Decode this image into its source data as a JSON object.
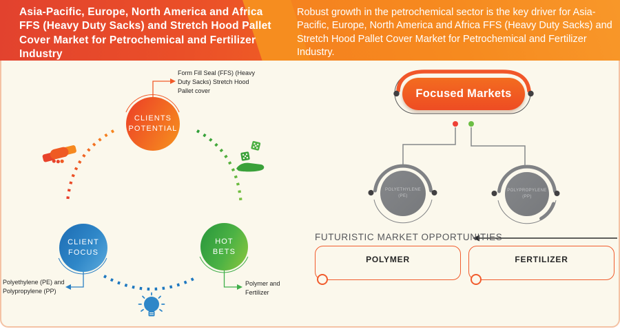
{
  "header": {
    "title": "Asia-Pacific, Europe, North America and Africa FFS (Heavy Duty Sacks) and Stretch Hood Pallet Cover Market for Petrochemical and Fertilizer Industry",
    "subtitle": "Robust growth in the petrochemical sector is the key driver for Asia-Pacific, Europe, North America and Africa FFS (Heavy Duty Sacks) and Stretch Hood Pallet Cover Market for Petrochemical and Fertilizer Industry."
  },
  "cycle": {
    "clients_potential": {
      "line1": "CLIENTS",
      "line2": "POTENTIAL",
      "annotation": "Form Fill Seal (FFS) (Heavy Duty Sacks) Stretch Hood Pallet cover"
    },
    "client_focus": {
      "line1": "CLIENT",
      "line2": "FOCUS",
      "annotation": "Polyethylene (PE) and Polypropylene (PP)"
    },
    "hot_bets": {
      "line1": "HOT",
      "line2": "BETS",
      "annotation": "Polymer and Fertilizer"
    }
  },
  "focused_markets": {
    "label": "Focused Markets",
    "nodes": [
      {
        "line1": "POLYETHYLENE",
        "line2": "(PE)"
      },
      {
        "line1": "POLYPROPYLENE",
        "line2": "(PP)"
      }
    ]
  },
  "futuristic": {
    "heading": "FUTURISTIC MARKET OPPORTUNITIES",
    "boxes": [
      {
        "label": "POLYMER"
      },
      {
        "label": "FERTILIZER"
      }
    ]
  },
  "icons": {
    "handshake": "handshake-icon",
    "dice_hand": "hand-with-dice-icon",
    "lightbulb": "lightbulb-icon"
  },
  "colors": {
    "header_red": "#e2422e",
    "header_orange": "#f5821f",
    "panel_bg": "#fbf8ec",
    "panel_border": "#f4c2a4",
    "accent_orange": "#f15a29",
    "accent_blue": "#1d6cb3",
    "accent_green": "#3aa13a",
    "gray_node": "#808285",
    "dot_dark": "#414042",
    "dot_red": "#ee4136",
    "dot_green": "#6cbe45"
  }
}
